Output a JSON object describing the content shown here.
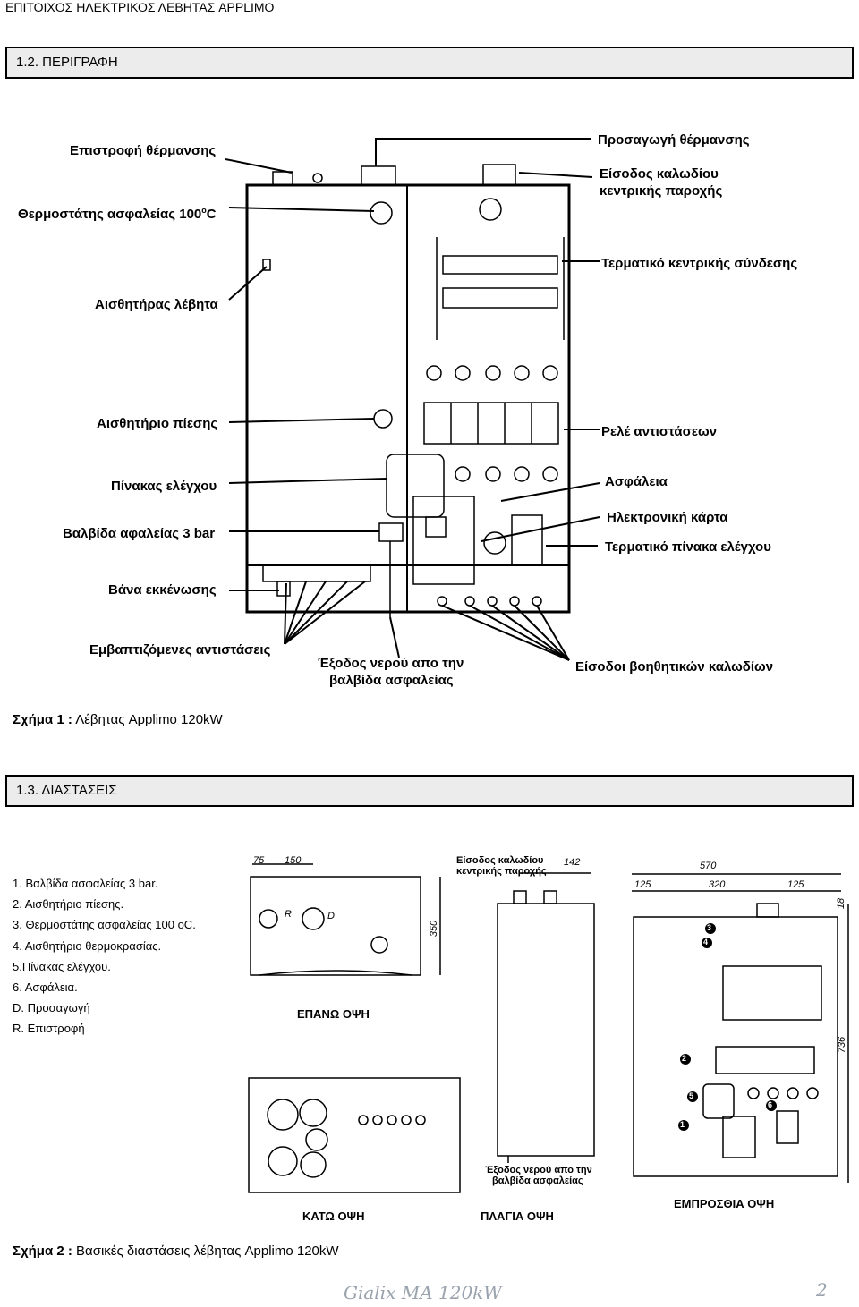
{
  "header": {
    "title": "ΕΠΙΤΟΙΧΟΣ ΗΛΕΚΤΡΙΚΟΣ ΛΕΒΗΤΑΣ APPLIMO"
  },
  "section1": {
    "heading": "1.2.  ΠΕΡΙΓΡΑΦΗ"
  },
  "figure1": {
    "labels": {
      "return_heating": "Επιστροφή θέρμανσης",
      "supply_heating": "Προσαγωγή θέρμανσης",
      "cable_entry_1": "Είσοδος καλωδίου",
      "cable_entry_2": "κεντρικής παροχής",
      "safety_thermostat": "Θερμοστάτης ασφαλείας 100",
      "safety_thermostat_sup": "o",
      "safety_thermostat_unit": "C",
      "main_terminal": "Τερματικό κεντρικής σύνδεσης",
      "boiler_sensor": "Αισθητήρας λέβητα",
      "pressure_sensor": "Αισθητήριο πίεσης",
      "relays": "Ρελέ αντιστάσεων",
      "control_panel": "Πίνακας ελέγχου",
      "fuse": "Ασφάλεια",
      "pcb": "Ηλεκτρονική κάρτα",
      "safety_valve": "Βαλβίδα αφαλείας 3 bar",
      "panel_terminal": "Τερματικό πίνακα ελέγχου",
      "drain_valve": "Βάνα εκκένωσης",
      "immersion_heaters": "Εμβαπτιζόμενες αντιστάσεις",
      "water_exit_1": "Έξοδος νερού απο την",
      "water_exit_2": "βαλβίδα ασφαλείας",
      "aux_cables": "Είσοδοι βοηθητικών καλωδίων"
    },
    "caption_bold": "Σχήμα 1 :",
    "caption_text": " Λέβητας Applimo 120kW"
  },
  "section2": {
    "heading": "1.3.  ΔΙΑΣΤΑΣΕΙΣ"
  },
  "figure2": {
    "legend": [
      "1. Βαλβίδα ασφαλείας 3 bar.",
      "2. Αισθητήριο πίεσης.",
      "3. Θερμοστάτης ασφαλείας 100 oC.",
      "4. Αισθητήριο θερμοκρασίας.",
      "5.Πίνακας ελέγχου.",
      "6. Ασφάλεια.",
      "D. Προσαγωγή",
      "R. Επιστροφή"
    ],
    "top_view": {
      "dims": [
        "75",
        "150",
        "350"
      ],
      "r": "R",
      "d": "D",
      "title": "ΕΠΑΝΩ ΟΨΗ"
    },
    "side_view": {
      "cable_1": "Είσοδος καλωδίου",
      "cable_2": "κεντρικής παροχής",
      "dim": "142",
      "exit_1": "Έξοδος νερού απο την",
      "exit_2": "βαλβίδα ασφαλείας",
      "title": "ΠΛΑΓΙΑ ΟΨΗ"
    },
    "front_view": {
      "dims": [
        "570",
        "125",
        "320",
        "125",
        "18",
        "736"
      ],
      "title": "ΕΜΠΡΟΣΘΙΑ ΟΨΗ",
      "markers": [
        "1",
        "2",
        "3",
        "4",
        "5",
        "6"
      ]
    },
    "bottom_view": {
      "title": "ΚΑΤΩ ΟΨΗ"
    },
    "caption_bold": "Σχήμα 2 :",
    "caption_text": " Βασικές διαστάσεις λέβητας Applimo 120kW"
  },
  "footer": {
    "model": "Gialix  MA 120kW",
    "page": "2"
  }
}
